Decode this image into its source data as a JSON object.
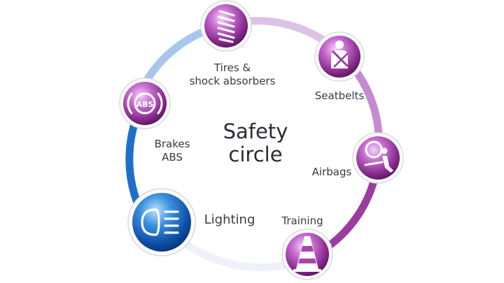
{
  "title": "Safety\ncircle",
  "nodes": [
    {
      "id": "tires",
      "label": "Tires &\nshock absorbers",
      "icon": "spring-icon",
      "color": "purple"
    },
    {
      "id": "seatbelts",
      "label": "Seatbelts",
      "icon": "seatbelt-person-icon",
      "color": "purple"
    },
    {
      "id": "airbags",
      "label": "Airbags",
      "icon": "airbag-person-icon",
      "color": "purple"
    },
    {
      "id": "training",
      "label": "Training",
      "icon": "traffic-cone-icon",
      "color": "purple"
    },
    {
      "id": "lighting",
      "label": "Lighting",
      "icon": "headlight-icon",
      "color": "blue"
    },
    {
      "id": "brakes",
      "label": "Brakes\nABS",
      "icon": "abs-icon",
      "color": "purple"
    }
  ],
  "abs_text": "ABS",
  "colors": {
    "purple_dark": "#7a1f7e",
    "purple_light": "#e8b4ee",
    "blue_dark": "#0d47a8",
    "blue_light": "#7fc1f2",
    "ring_blue": "#2f7fd0",
    "ring_purple": "#9a3d9e"
  }
}
